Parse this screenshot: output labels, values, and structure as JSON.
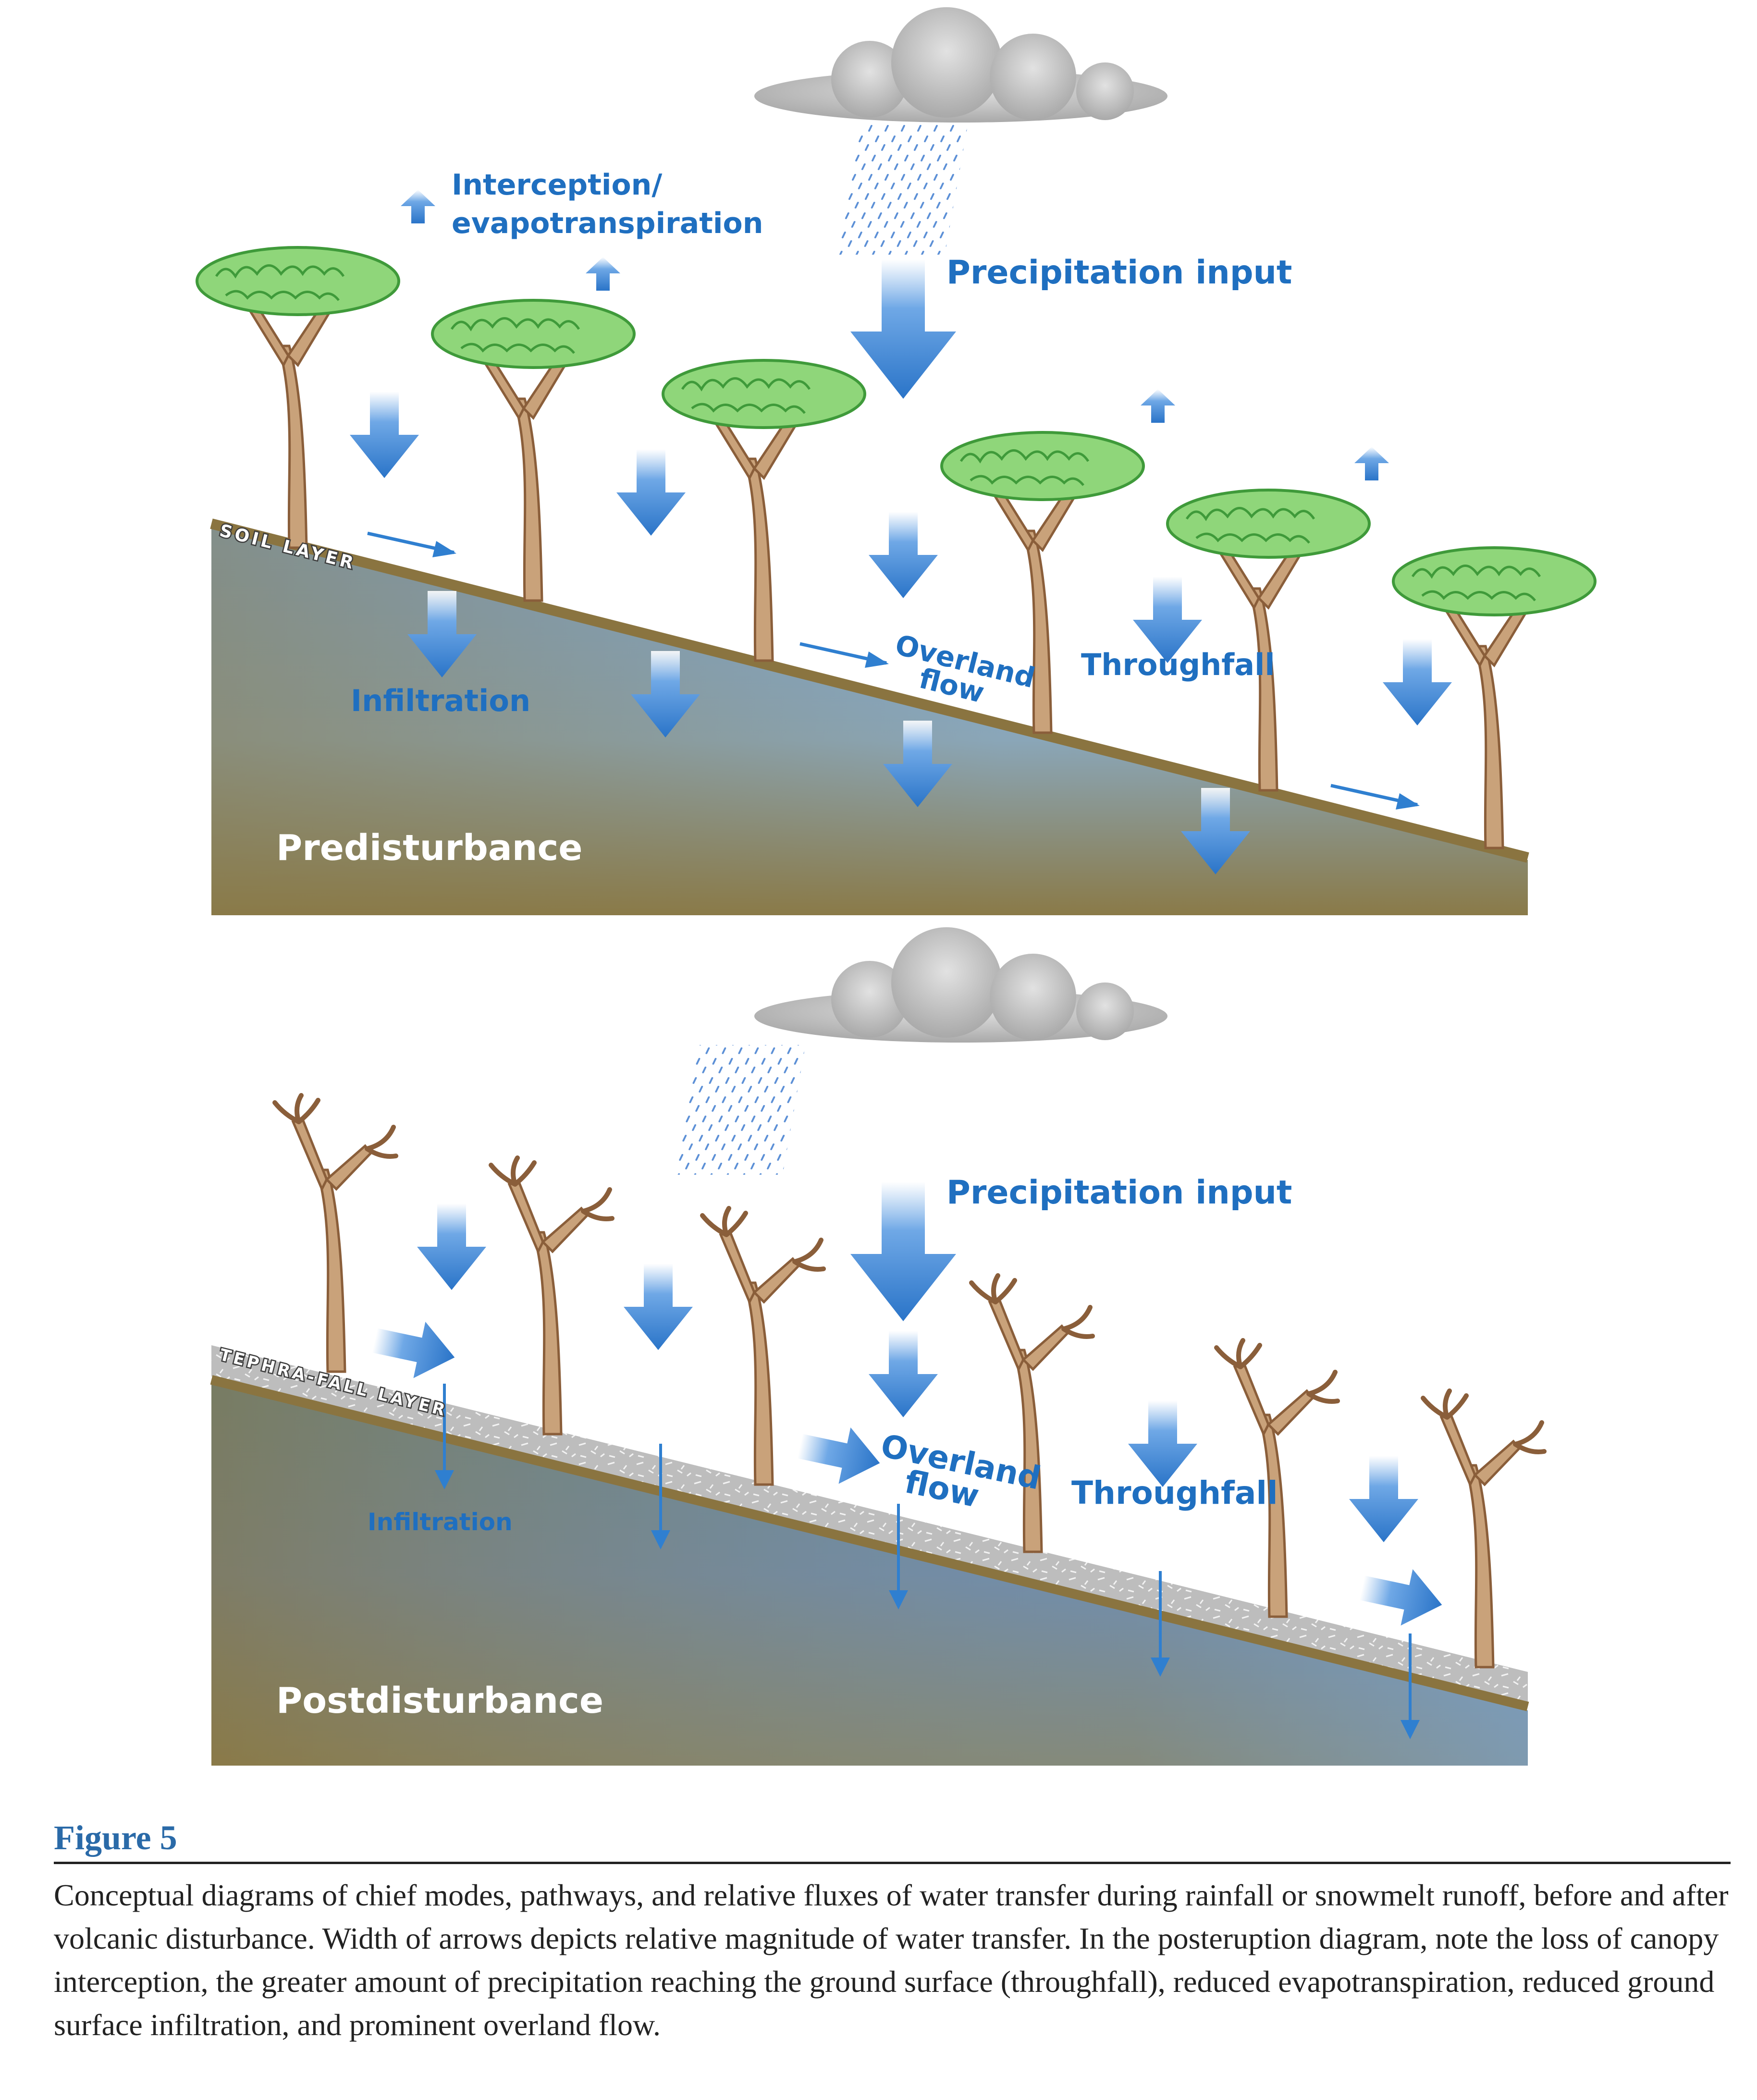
{
  "figure": {
    "title": "Figure 5",
    "caption": "Conceptual diagrams of chief modes, pathways, and relative fluxes of water transfer during rainfall or snowmelt runoff, before and after volcanic disturbance. Width of arrows depicts relative magnitude of water transfer. In the posteruption diagram, note the loss of canopy interception, the greater amount of precipitation reaching the ground surface (throughfall), reduced evapotranspiration, reduced ground surface infiltration, and prominent overland flow."
  },
  "panels": {
    "pre": {
      "title": "Predisturbance",
      "layer": "SOIL LAYER",
      "labels": {
        "interception_1": "Interception/",
        "interception_2": "evapotranspiration",
        "precip": "Precipitation input",
        "overland_1": "Overland",
        "overland_2": "flow",
        "throughfall": "Throughfall",
        "infiltration": "Infiltration"
      }
    },
    "post": {
      "title": "Postdisturbance",
      "layer": "TEPHRA-FALL LAYER",
      "labels": {
        "precip": "Precipitation input",
        "overland_1": "Overland",
        "overland_2": "flow",
        "throughfall": "Throughfall",
        "infiltration": "Infiltration"
      }
    }
  },
  "colors": {
    "arrow": "#2f7fd0",
    "label": "#1f6fc0",
    "soil_brown": "#8a7440",
    "ground_blue": "#7aa8dc",
    "tephra_gray": "#bdbdbd",
    "canopy_green": "#8fd67a",
    "trunk_tan": "#c9a27a",
    "cloud_gray": "#c8c8c8"
  }
}
